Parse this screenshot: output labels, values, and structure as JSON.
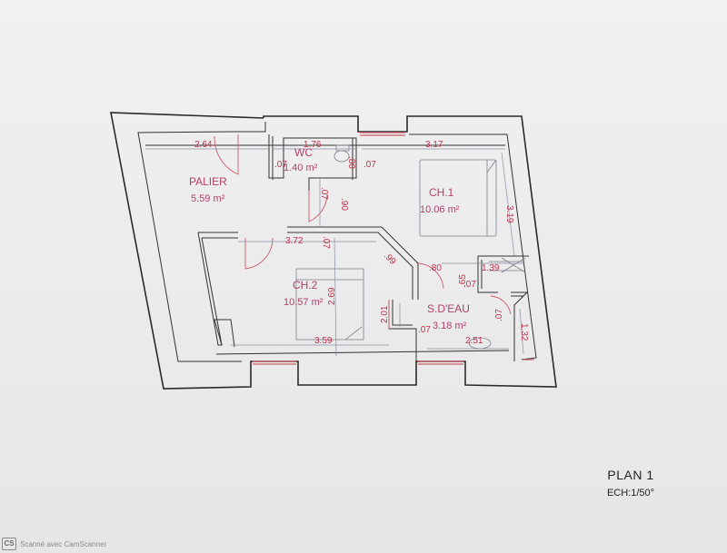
{
  "plan": {
    "title": "PLAN 1",
    "scale": "ECH:1/50°"
  },
  "rooms": {
    "palier": {
      "name": "PALIER",
      "area": "5.59 m²"
    },
    "wc": {
      "name": "WC",
      "area": "1.40 m²"
    },
    "ch1": {
      "name": "CH.1",
      "area": "10.06 m²"
    },
    "ch2": {
      "name": "CH.2",
      "area": "10.57 m²"
    },
    "sdeau": {
      "name": "S.D'EAU",
      "area": "3.18 m²"
    }
  },
  "dimensions": {
    "d264": "2.64",
    "d176": "1.76",
    "d317": "3.17",
    "d07_wc_left": ".07",
    "d80_wc": ".80",
    "d07_wc_right": ".07",
    "d07_vertical": ".07",
    "d90": ".90",
    "d319": "3.19",
    "d372": "3.72",
    "d07_mid": ".07",
    "d99": ".99",
    "d80_ch2": ".80",
    "d139": "1.39",
    "d65": ".65",
    "d07_sd": ".07",
    "d269": "2.69",
    "d201": "2.01",
    "d07_sd_right": ".07",
    "d07_bottom": ".07",
    "d132": "1.32",
    "d359": "3.59",
    "d251": "2.51"
  },
  "footer": {
    "logo": "CS",
    "text": "Scanné avec CamScanner"
  }
}
